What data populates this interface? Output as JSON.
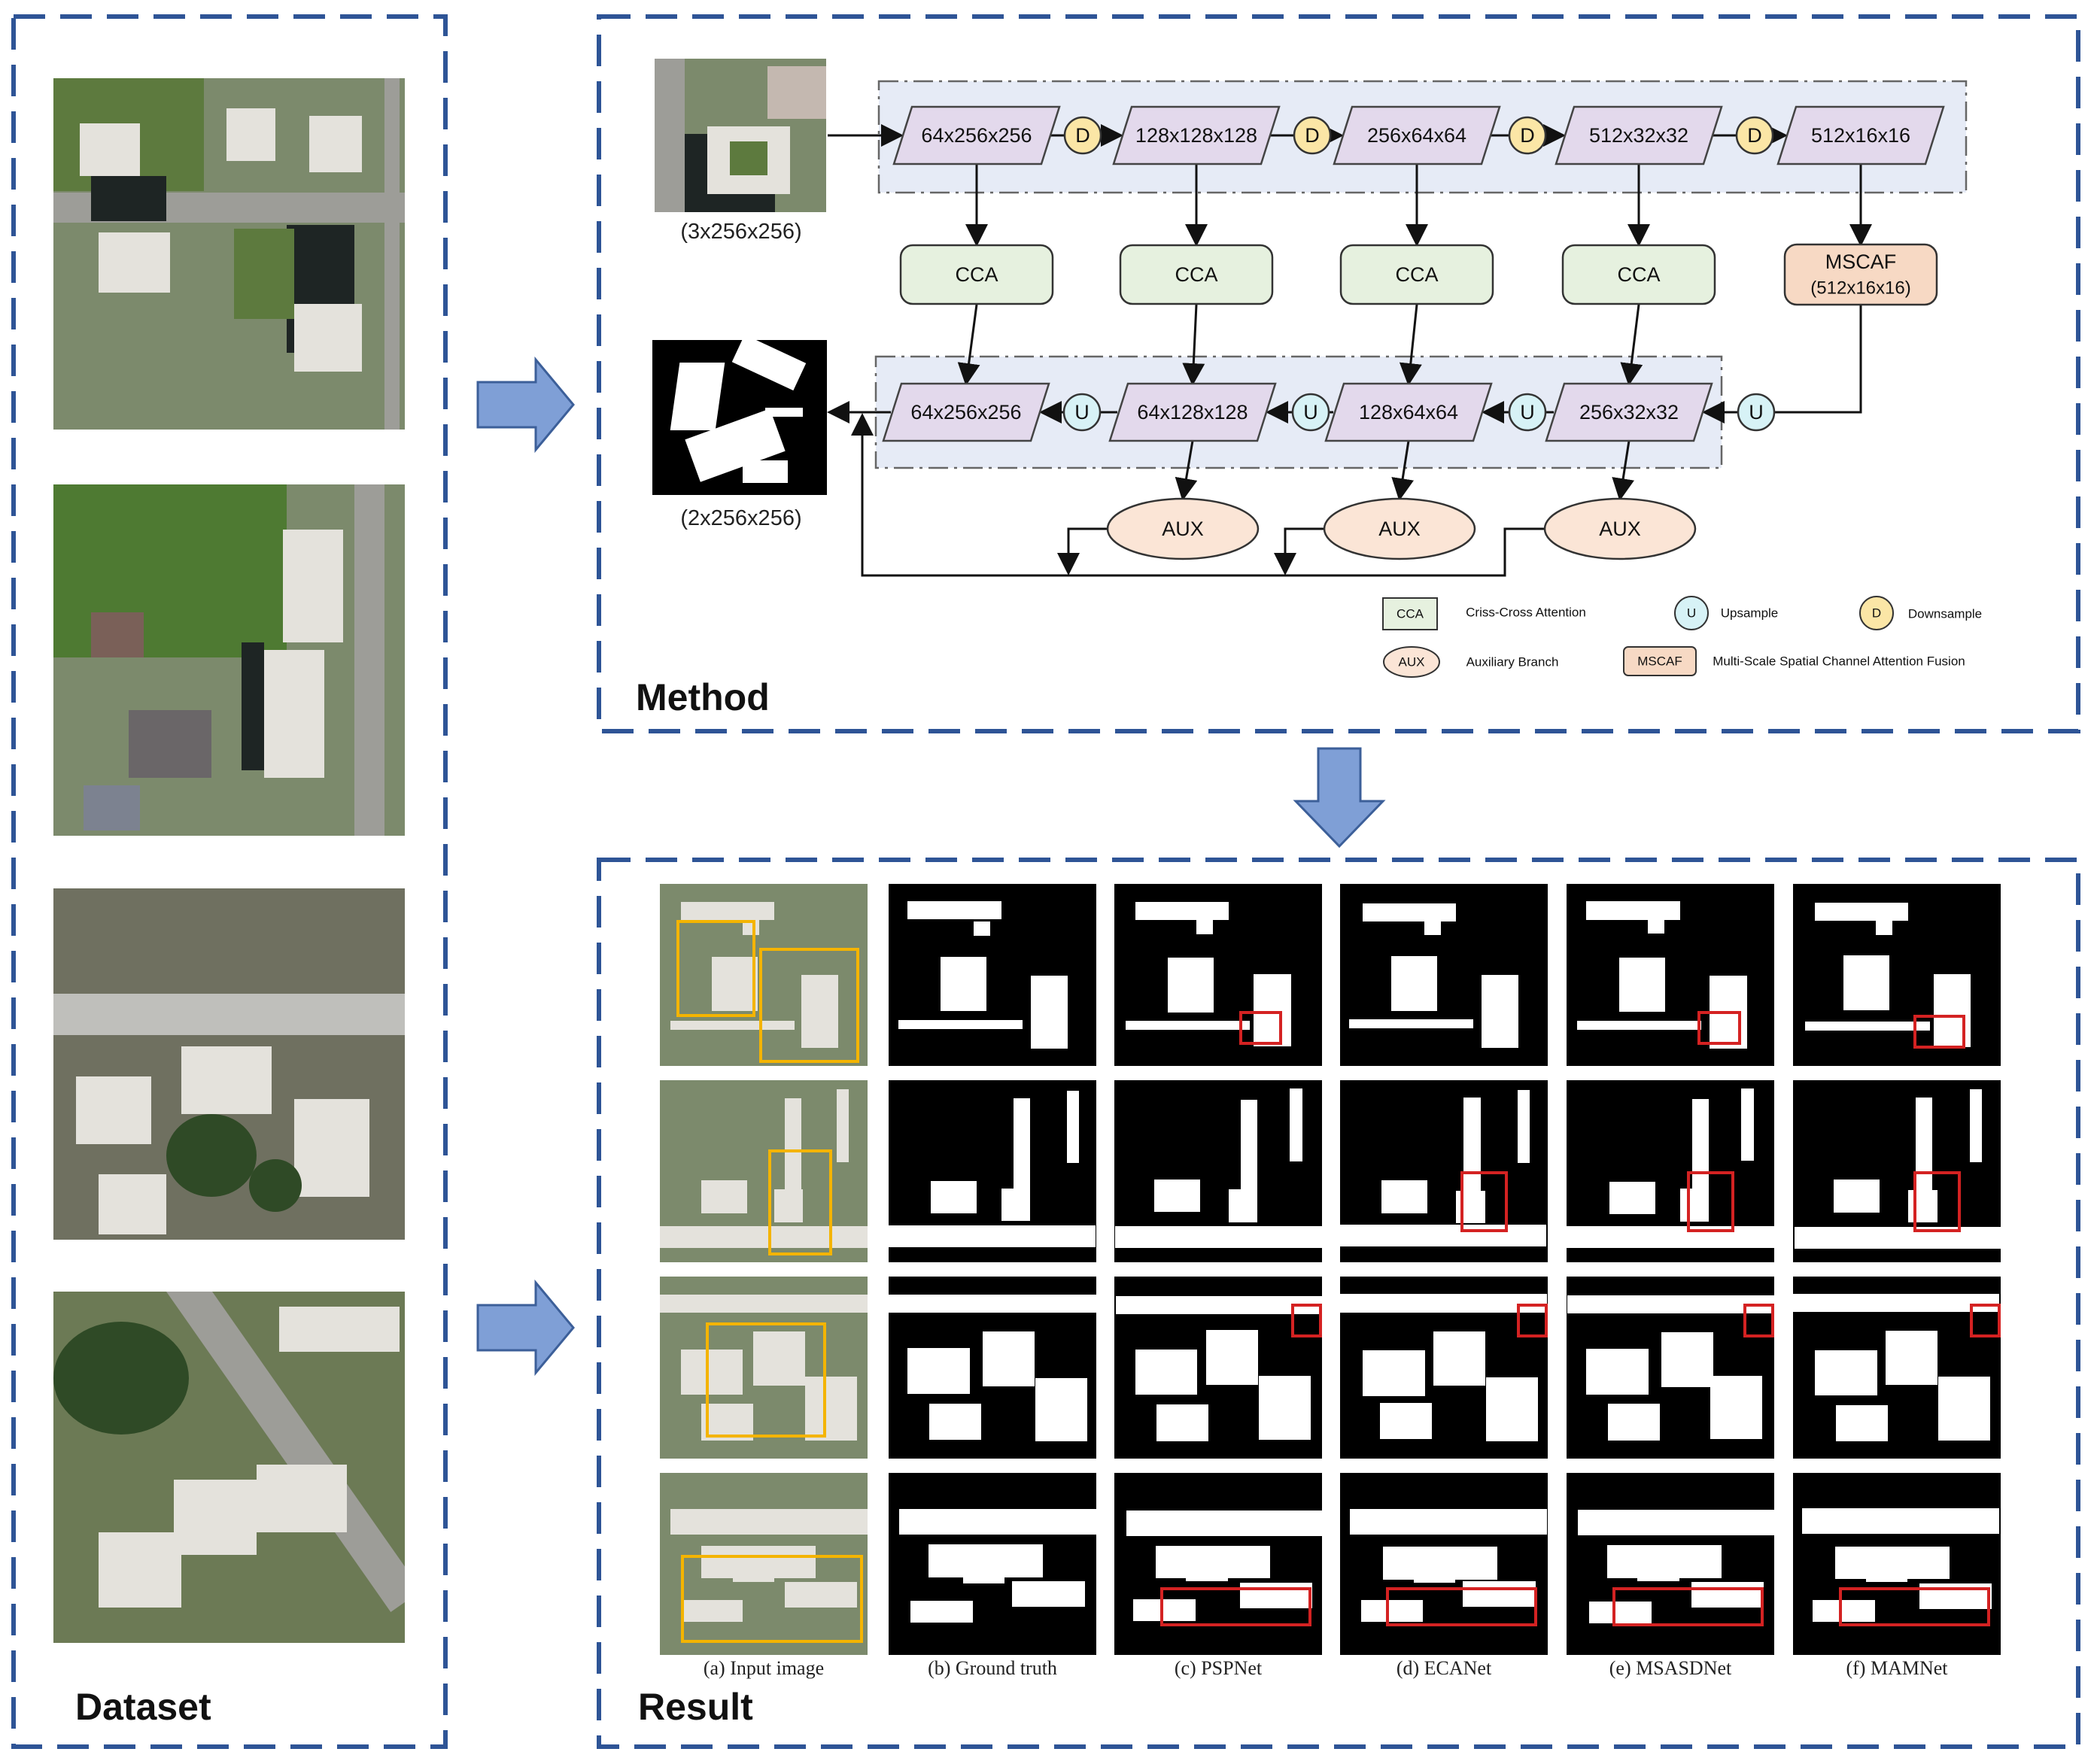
{
  "panels": {
    "dataset": "Dataset",
    "method": "Method",
    "result": "Result"
  },
  "method": {
    "input_shape": "(3x256x256)",
    "output_shape": "(2x256x256)",
    "encoder": [
      "64x256x256",
      "128x128x128",
      "256x64x64",
      "512x32x32",
      "512x16x16"
    ],
    "decoder": [
      "64x256x256",
      "64x128x128",
      "128x64x64",
      "256x32x32"
    ],
    "downsample_symbol": "D",
    "upsample_symbol": "U",
    "cca_label": "CCA",
    "mscaf_label": "MSCAF",
    "mscaf_shape": "(512x16x16)",
    "aux_label": "AUX",
    "legend": {
      "cca_key": "CCA",
      "cca_desc": "Criss-Cross Attention",
      "u_key": "U",
      "u_desc": "Upsample",
      "d_key": "D",
      "d_desc": "Downsample",
      "aux_key": "AUX",
      "aux_desc": "Auxiliary Branch",
      "mscaf_key": "MSCAF",
      "mscaf_desc": "Multi-Scale Spatial Channel Attention Fusion"
    }
  },
  "colors": {
    "feature_box": "#e3d9ec",
    "feature_border": "#444444",
    "band": "#e6ebf6",
    "cca": "#e6f1df",
    "mscaf": "#f7d9c4",
    "aux": "#fbe5d6",
    "upsample": "#d7f2f6",
    "downsample": "#fbe6a6",
    "panel_border": "#2e5496",
    "flow_arrow": "#7f9fd6",
    "highlight_yellow": "#f4b400",
    "highlight_red": "#d42222"
  },
  "result": {
    "columns": [
      "(a) Input image",
      "(b) Ground truth",
      "(c) PSPNet",
      "(d) ECANet",
      "(e) MSASDNet",
      "(f) MAMNet"
    ]
  }
}
